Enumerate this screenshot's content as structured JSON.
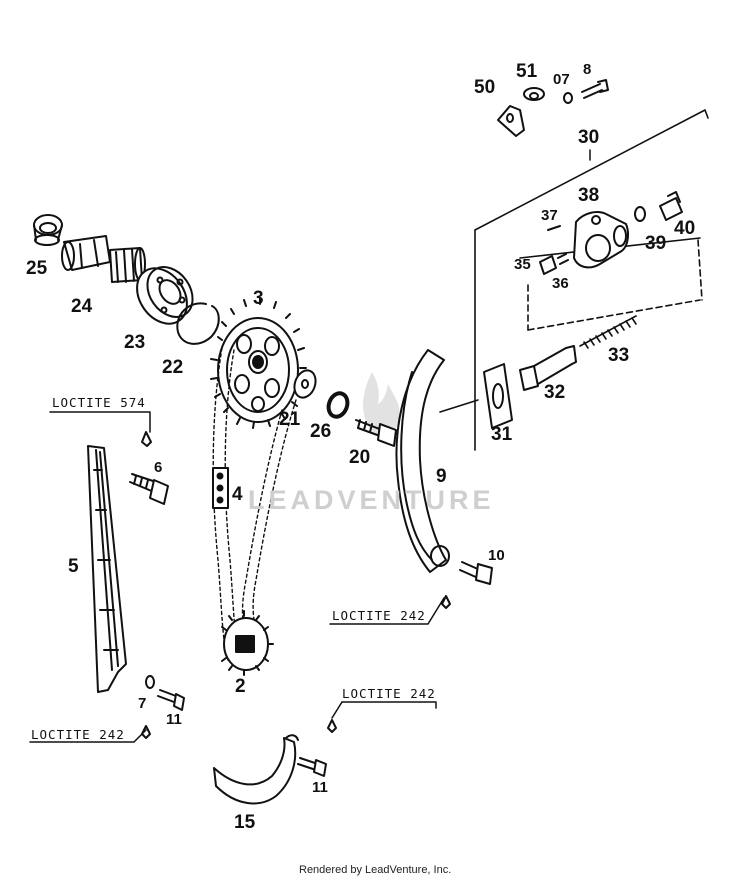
{
  "watermark": "LEADVENTURE",
  "credit": "Rendered by LeadVenture, Inc.",
  "callouts": {
    "n2": "2",
    "n3": "3",
    "n4": "4",
    "n5": "5",
    "n6": "6",
    "n7": "7",
    "n07": "07",
    "n8": "8",
    "n9": "9",
    "n10": "10",
    "n11a": "11",
    "n11b": "11",
    "n15": "15",
    "n20": "20",
    "n21": "21",
    "n22": "22",
    "n23": "23",
    "n24": "24",
    "n25": "25",
    "n26": "26",
    "n30": "30",
    "n31": "31",
    "n32": "32",
    "n33": "33",
    "n35": "35",
    "n36": "36",
    "n37": "37",
    "n38": "38",
    "n39": "39",
    "n40": "40",
    "n50": "50",
    "n51": "51"
  },
  "loctite": {
    "l574": "LOCTITE 574",
    "l242_mid": "LOCTITE 242",
    "l242_left": "LOCTITE 242",
    "l242_bottom": "LOCTITE 242"
  }
}
